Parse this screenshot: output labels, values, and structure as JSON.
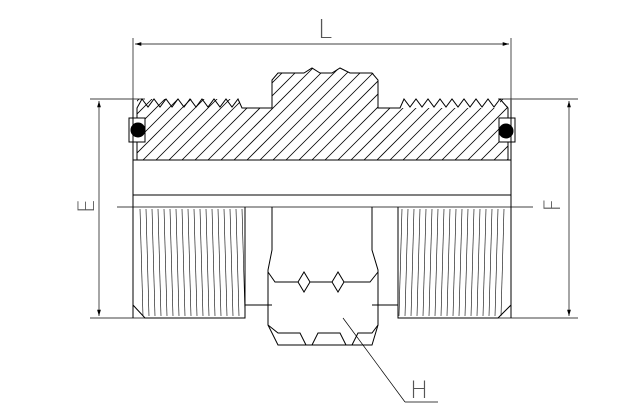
{
  "diagram": {
    "labels": {
      "length": "L",
      "height_left": "E",
      "height_right": "F",
      "hex": "H"
    },
    "colors": {
      "line": "#000000",
      "label": "#555555",
      "background": "#ffffff",
      "oring": "#000000"
    }
  }
}
